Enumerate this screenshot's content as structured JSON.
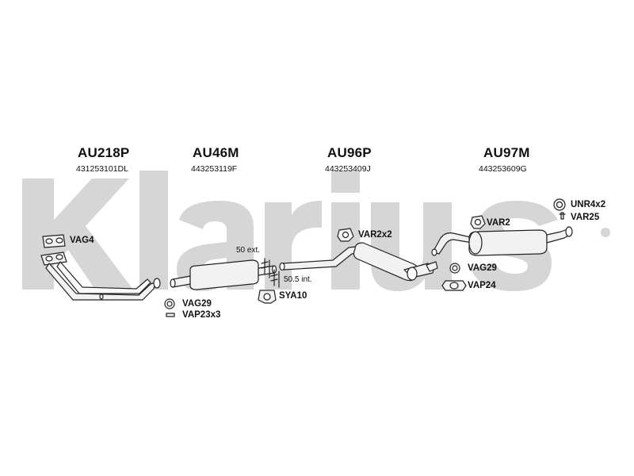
{
  "watermark": {
    "text": "Klarius"
  },
  "sections": [
    {
      "code": "AU218P",
      "part_number": "431253101DL"
    },
    {
      "code": "AU46M",
      "part_number": "443253119F"
    },
    {
      "code": "AU96P",
      "part_number": "443253409J"
    },
    {
      "code": "AU97M",
      "part_number": "443253609G"
    }
  ],
  "fittings": {
    "vag4": "VAG4",
    "vag29_a": "VAG29",
    "vap23x3": "VAP23x3",
    "sya10": "SYA10",
    "var2x2": "VAR2x2",
    "var2": "VAR2",
    "vag29_b": "VAG29",
    "vap24": "VAP24",
    "unr4x2": "UNR4x2",
    "var25": "VAR25"
  },
  "notes": {
    "ext": "50 ext.",
    "int": "50.5 int."
  },
  "colors": {
    "watermark": "#d6d6d6",
    "line": "#222222",
    "part_fill": "#f2f2f2"
  }
}
